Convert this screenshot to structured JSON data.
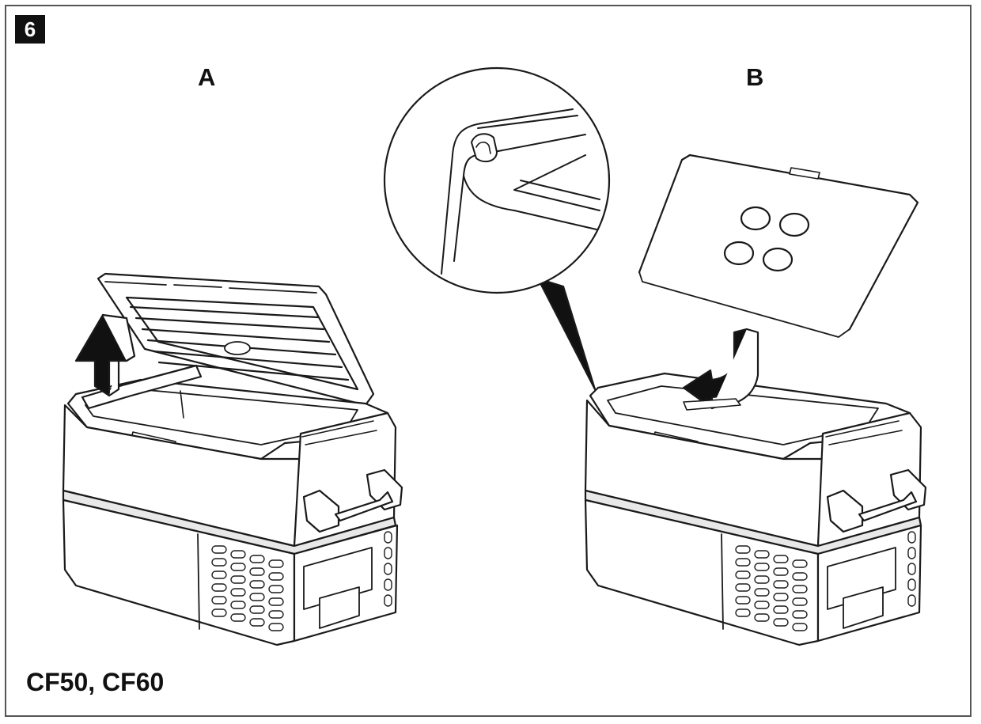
{
  "step_number": "6",
  "panels": [
    {
      "label": "A"
    },
    {
      "label": "B"
    }
  ],
  "models_caption": "CF50, CF60",
  "colors": {
    "line": "#1a1a1a",
    "fill": "#ffffff",
    "frame": "#555555"
  }
}
